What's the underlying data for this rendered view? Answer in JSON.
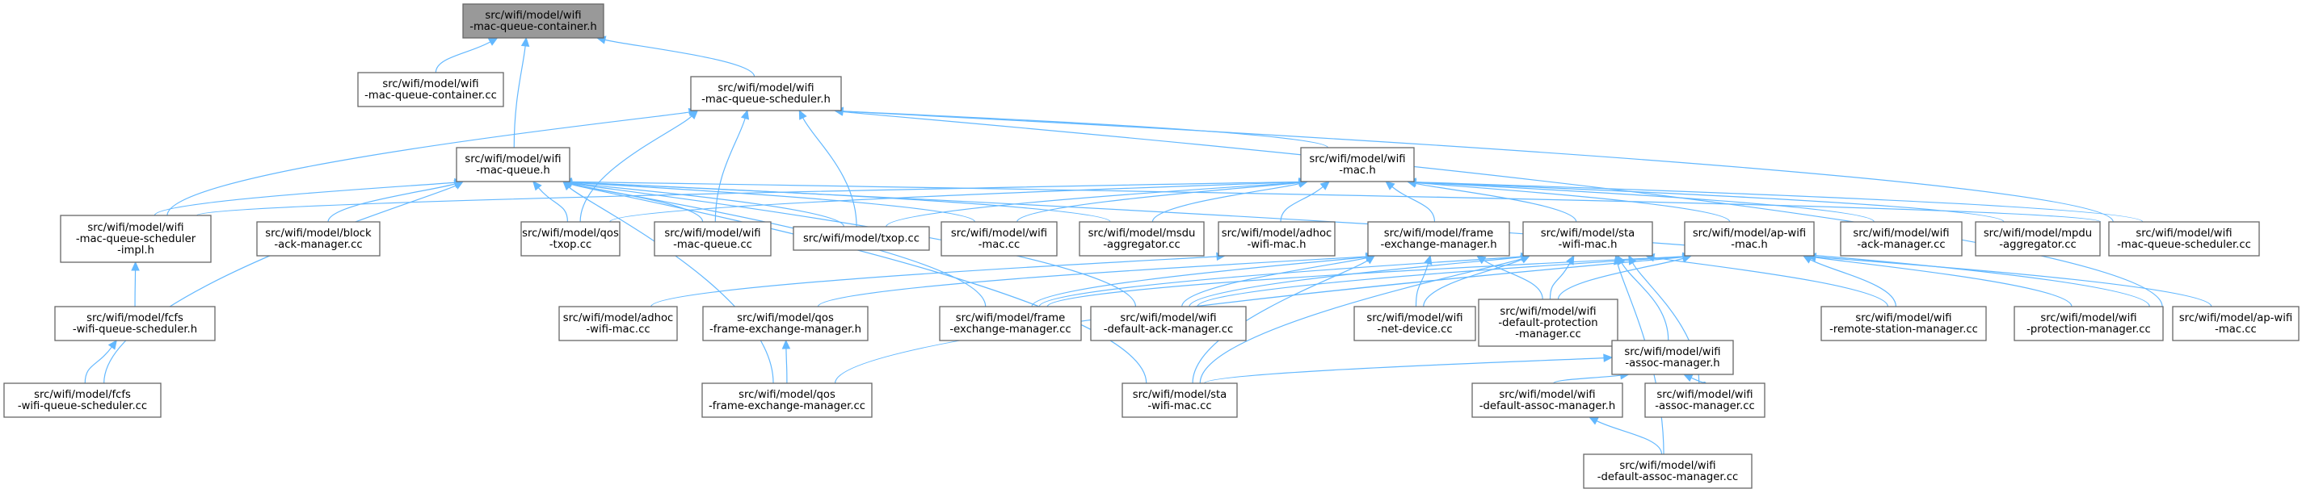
{
  "nodes": [
    {
      "id": "n_mqc_h",
      "lines": [
        "src/wifi/model/wifi",
        "-mac-queue-container.h"
      ],
      "root": true
    },
    {
      "id": "n_mqc_cc",
      "lines": [
        "src/wifi/model/wifi",
        "-mac-queue-container.cc"
      ]
    },
    {
      "id": "n_mqs_h",
      "lines": [
        "src/wifi/model/wifi",
        "-mac-queue-scheduler.h"
      ]
    },
    {
      "id": "n_mq_h",
      "lines": [
        "src/wifi/model/wifi",
        "-mac-queue.h"
      ]
    },
    {
      "id": "n_mac_h",
      "lines": [
        "src/wifi/model/wifi",
        "-mac.h"
      ]
    },
    {
      "id": "n_mqsi_h",
      "lines": [
        "src/wifi/model/wifi",
        "-mac-queue-scheduler",
        "-impl.h"
      ]
    },
    {
      "id": "n_block_cc",
      "lines": [
        "src/wifi/model/block",
        "-ack-manager.cc"
      ]
    },
    {
      "id": "n_qostxop_cc",
      "lines": [
        "src/wifi/model/qos",
        "-txop.cc"
      ]
    },
    {
      "id": "n_mq_cc",
      "lines": [
        "src/wifi/model/wifi",
        "-mac-queue.cc"
      ]
    },
    {
      "id": "n_txop_cc",
      "lines": [
        "src/wifi/model/txop.cc"
      ]
    },
    {
      "id": "n_mac_cc",
      "lines": [
        "src/wifi/model/wifi",
        "-mac.cc"
      ]
    },
    {
      "id": "n_msdu_cc",
      "lines": [
        "src/wifi/model/msdu",
        "-aggregator.cc"
      ]
    },
    {
      "id": "n_adhoc_h",
      "lines": [
        "src/wifi/model/adhoc",
        "-wifi-mac.h"
      ]
    },
    {
      "id": "n_fem_h",
      "lines": [
        "src/wifi/model/frame",
        "-exchange-manager.h"
      ]
    },
    {
      "id": "n_sta_h",
      "lines": [
        "src/wifi/model/sta",
        "-wifi-mac.h"
      ]
    },
    {
      "id": "n_ap_h",
      "lines": [
        "src/wifi/model/ap-wifi",
        "-mac.h"
      ]
    },
    {
      "id": "n_ackm_cc",
      "lines": [
        "src/wifi/model/wifi",
        "-ack-manager.cc"
      ]
    },
    {
      "id": "n_mpdu_cc",
      "lines": [
        "src/wifi/model/mpdu",
        "-aggregator.cc"
      ]
    },
    {
      "id": "n_mqs_cc",
      "lines": [
        "src/wifi/model/wifi",
        "-mac-queue-scheduler.cc"
      ]
    },
    {
      "id": "n_fcfs_h",
      "lines": [
        "src/wifi/model/fcfs",
        "-wifi-queue-scheduler.h"
      ]
    },
    {
      "id": "n_fcfs_cc",
      "lines": [
        "src/wifi/model/fcfs",
        "-wifi-queue-scheduler.cc"
      ]
    },
    {
      "id": "n_adhoc_cc",
      "lines": [
        "src/wifi/model/adhoc",
        "-wifi-mac.cc"
      ]
    },
    {
      "id": "n_qosfem_h",
      "lines": [
        "src/wifi/model/qos",
        "-frame-exchange-manager.h"
      ]
    },
    {
      "id": "n_fem_cc",
      "lines": [
        "src/wifi/model/frame",
        "-exchange-manager.cc"
      ]
    },
    {
      "id": "n_dam_cc",
      "lines": [
        "src/wifi/model/wifi",
        "-default-ack-manager.cc"
      ]
    },
    {
      "id": "n_netdev_cc",
      "lines": [
        "src/wifi/model/wifi",
        "-net-device.cc"
      ]
    },
    {
      "id": "n_dpm_cc",
      "lines": [
        "src/wifi/model/wifi",
        "-default-protection",
        "-manager.cc"
      ]
    },
    {
      "id": "n_am_h",
      "lines": [
        "src/wifi/model/wifi",
        "-assoc-manager.h"
      ]
    },
    {
      "id": "n_rsm_cc",
      "lines": [
        "src/wifi/model/wifi",
        "-remote-station-manager.cc"
      ]
    },
    {
      "id": "n_pm_cc",
      "lines": [
        "src/wifi/model/wifi",
        "-protection-manager.cc"
      ]
    },
    {
      "id": "n_ap_cc",
      "lines": [
        "src/wifi/model/ap-wifi",
        "-mac.cc"
      ]
    },
    {
      "id": "n_qosfem_cc",
      "lines": [
        "src/wifi/model/qos",
        "-frame-exchange-manager.cc"
      ]
    },
    {
      "id": "n_sta_cc",
      "lines": [
        "src/wifi/model/sta",
        "-wifi-mac.cc"
      ]
    },
    {
      "id": "n_dam_h",
      "lines": [
        "src/wifi/model/wifi",
        "-default-assoc-manager.h"
      ]
    },
    {
      "id": "n_am_cc",
      "lines": [
        "src/wifi/model/wifi",
        "-assoc-manager.cc"
      ]
    },
    {
      "id": "n_dam2_cc",
      "lines": [
        "src/wifi/model/wifi",
        "-default-assoc-manager.cc"
      ]
    }
  ],
  "edges": [
    {
      "from": "n_mqc_h",
      "to": "n_mqc_cc"
    },
    {
      "from": "n_mqc_h",
      "to": "n_mqs_h"
    },
    {
      "from": "n_mqc_h",
      "to": "n_mq_h"
    },
    {
      "from": "n_mqs_h",
      "to": "n_mac_h"
    },
    {
      "from": "n_mqs_h",
      "to": "n_mqsi_h"
    },
    {
      "from": "n_mqs_h",
      "to": "n_qostxop_cc"
    },
    {
      "from": "n_mqs_h",
      "to": "n_mq_cc"
    },
    {
      "from": "n_mqs_h",
      "to": "n_txop_cc"
    },
    {
      "from": "n_mqs_h",
      "to": "n_mqs_cc"
    },
    {
      "from": "n_mqs_h",
      "to": "n_ap_cc"
    },
    {
      "from": "n_mq_h",
      "to": "n_mqsi_h"
    },
    {
      "from": "n_mq_h",
      "to": "n_block_cc"
    },
    {
      "from": "n_mq_h",
      "to": "n_qostxop_cc"
    },
    {
      "from": "n_mq_h",
      "to": "n_mq_cc"
    },
    {
      "from": "n_mq_h",
      "to": "n_txop_cc"
    },
    {
      "from": "n_mq_h",
      "to": "n_mac_cc"
    },
    {
      "from": "n_mq_h",
      "to": "n_msdu_cc"
    },
    {
      "from": "n_mq_h",
      "to": "n_mqs_cc"
    },
    {
      "from": "n_mq_h",
      "to": "n_ap_cc"
    },
    {
      "from": "n_mq_h",
      "to": "n_fcfs_cc"
    },
    {
      "from": "n_mq_h",
      "to": "n_qosfem_cc"
    },
    {
      "from": "n_mq_h",
      "to": "n_sta_cc"
    },
    {
      "from": "n_mq_h",
      "to": "n_fem_cc"
    },
    {
      "from": "n_mq_h",
      "to": "n_dam_cc"
    },
    {
      "from": "n_mac_h",
      "to": "n_mqsi_h"
    },
    {
      "from": "n_mac_h",
      "to": "n_txop_cc"
    },
    {
      "from": "n_mac_h",
      "to": "n_mac_cc"
    },
    {
      "from": "n_mac_h",
      "to": "n_msdu_cc"
    },
    {
      "from": "n_mac_h",
      "to": "n_adhoc_h"
    },
    {
      "from": "n_mac_h",
      "to": "n_fem_h"
    },
    {
      "from": "n_mac_h",
      "to": "n_sta_h"
    },
    {
      "from": "n_mac_h",
      "to": "n_ap_h"
    },
    {
      "from": "n_mac_h",
      "to": "n_ackm_cc"
    },
    {
      "from": "n_mac_h",
      "to": "n_mpdu_cc"
    },
    {
      "from": "n_mac_h",
      "to": "n_mqs_cc"
    },
    {
      "from": "n_mac_h",
      "to": "n_qostxop_cc"
    },
    {
      "from": "n_mqsi_h",
      "to": "n_fcfs_h"
    },
    {
      "from": "n_fcfs_h",
      "to": "n_fcfs_cc"
    },
    {
      "from": "n_adhoc_h",
      "to": "n_adhoc_cc"
    },
    {
      "from": "n_fem_h",
      "to": "n_qosfem_h"
    },
    {
      "from": "n_fem_h",
      "to": "n_fem_cc"
    },
    {
      "from": "n_fem_h",
      "to": "n_dam_cc"
    },
    {
      "from": "n_fem_h",
      "to": "n_netdev_cc"
    },
    {
      "from": "n_fem_h",
      "to": "n_dpm_cc"
    },
    {
      "from": "n_fem_h",
      "to": "n_sta_cc"
    },
    {
      "from": "n_qosfem_h",
      "to": "n_qosfem_cc"
    },
    {
      "from": "n_sta_h",
      "to": "n_fem_cc"
    },
    {
      "from": "n_sta_h",
      "to": "n_dam_cc"
    },
    {
      "from": "n_sta_h",
      "to": "n_netdev_cc"
    },
    {
      "from": "n_sta_h",
      "to": "n_dpm_cc"
    },
    {
      "from": "n_sta_h",
      "to": "n_am_h"
    },
    {
      "from": "n_sta_h",
      "to": "n_rsm_cc"
    },
    {
      "from": "n_sta_h",
      "to": "n_sta_cc"
    },
    {
      "from": "n_sta_h",
      "to": "n_am_cc"
    },
    {
      "from": "n_sta_h",
      "to": "n_dam2_cc"
    },
    {
      "from": "n_ap_h",
      "to": "n_fem_cc"
    },
    {
      "from": "n_ap_h",
      "to": "n_dam_cc"
    },
    {
      "from": "n_ap_h",
      "to": "n_dpm_cc"
    },
    {
      "from": "n_ap_h",
      "to": "n_rsm_cc"
    },
    {
      "from": "n_ap_h",
      "to": "n_pm_cc"
    },
    {
      "from": "n_ap_h",
      "to": "n_ap_cc"
    },
    {
      "from": "n_ap_h",
      "to": "n_qosfem_cc"
    },
    {
      "from": "n_am_h",
      "to": "n_sta_cc"
    },
    {
      "from": "n_am_h",
      "to": "n_dam_h"
    },
    {
      "from": "n_am_h",
      "to": "n_am_cc"
    },
    {
      "from": "n_dam_h",
      "to": "n_dam2_cc"
    }
  ]
}
